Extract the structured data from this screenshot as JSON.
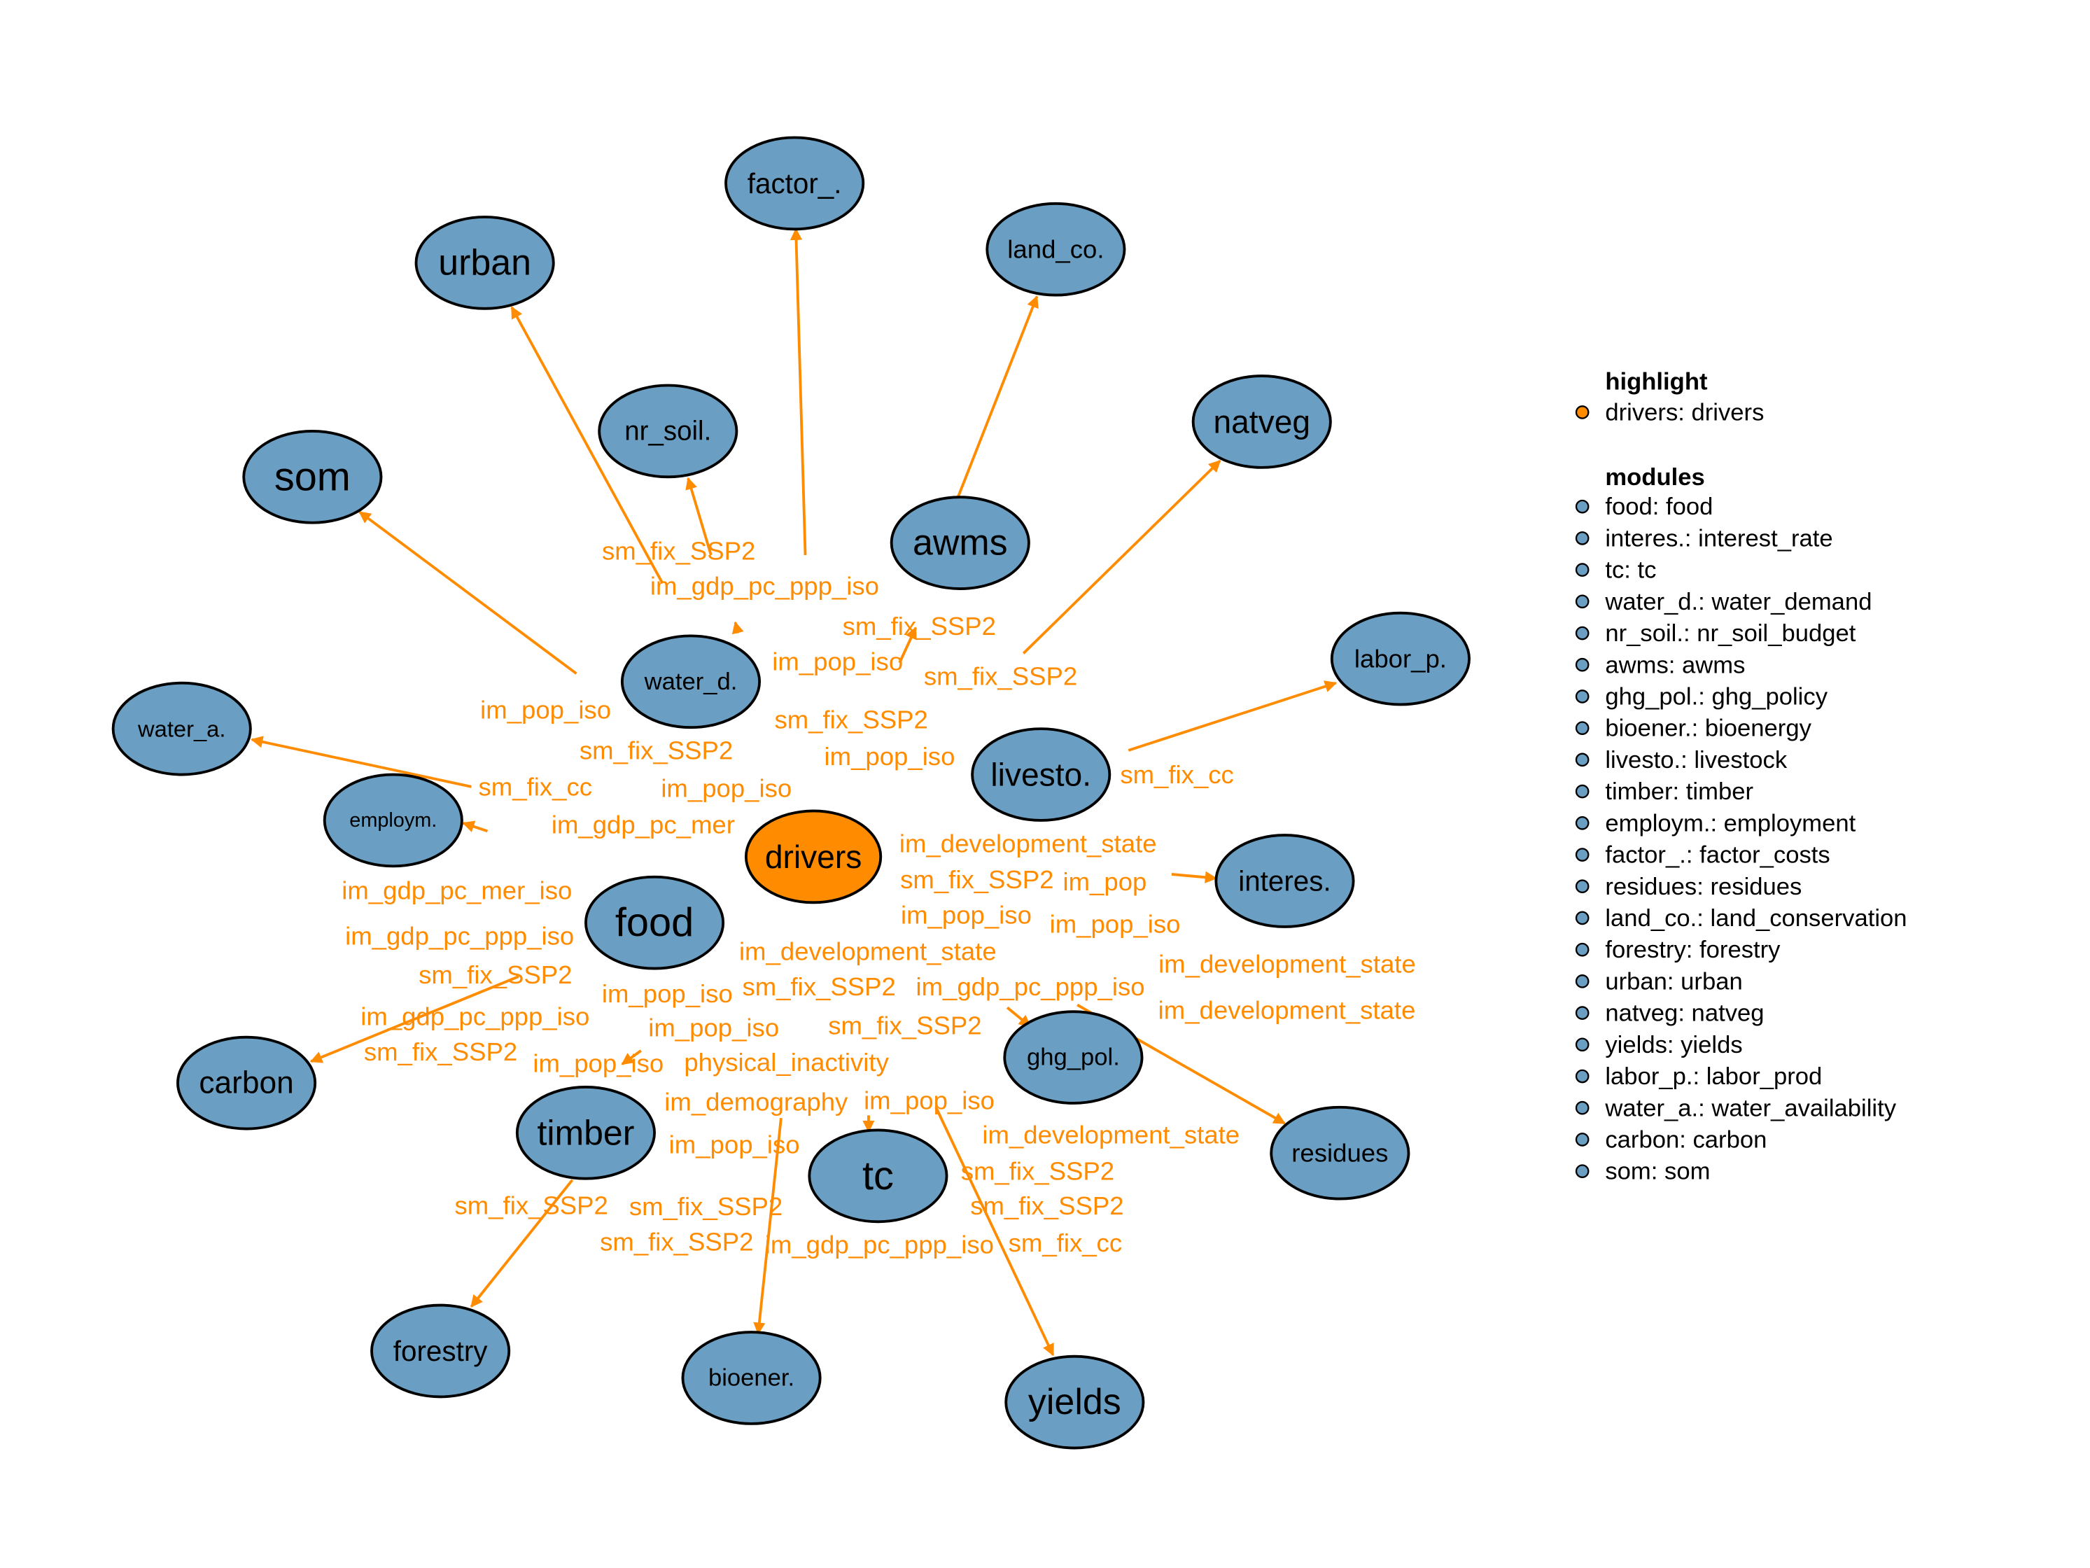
{
  "colors": {
    "module": "#6A9EC2",
    "highlight": "#FF8C00",
    "edge": "#FF8C00",
    "outline": "#000000"
  },
  "nodes": [
    {
      "id": "drivers",
      "label": "drivers",
      "highlight": true
    },
    {
      "id": "factor_",
      "label": "factor_."
    },
    {
      "id": "urban",
      "label": "urban"
    },
    {
      "id": "land_co",
      "label": "land_co."
    },
    {
      "id": "nr_soil",
      "label": "nr_soil."
    },
    {
      "id": "som",
      "label": "som"
    },
    {
      "id": "awms",
      "label": "awms"
    },
    {
      "id": "natveg",
      "label": "natveg"
    },
    {
      "id": "labor_p",
      "label": "labor_p."
    },
    {
      "id": "water_d",
      "label": "water_d."
    },
    {
      "id": "livesto",
      "label": "livesto."
    },
    {
      "id": "water_a",
      "label": "water_a."
    },
    {
      "id": "employm",
      "label": "employm."
    },
    {
      "id": "interes",
      "label": "interes."
    },
    {
      "id": "food",
      "label": "food"
    },
    {
      "id": "carbon",
      "label": "carbon"
    },
    {
      "id": "ghg_pol",
      "label": "ghg_pol."
    },
    {
      "id": "residues",
      "label": "residues"
    },
    {
      "id": "timber",
      "label": "timber"
    },
    {
      "id": "tc",
      "label": "tc"
    },
    {
      "id": "forestry",
      "label": "forestry"
    },
    {
      "id": "bioener",
      "label": "bioener."
    },
    {
      "id": "yields",
      "label": "yields"
    }
  ],
  "edge_labels": [
    "im_gdp_pc_ppp_iso",
    "sm_fix_SSP2",
    "sm_fix_SSP2",
    "im_pop_iso",
    "sm_fix_SSP2",
    "sm_fix_SSP2",
    "sm_fix_SSP2",
    "im_pop_iso",
    "im_pop_iso",
    "im_development_state",
    "im_gdp_pc_mer",
    "sm_fix_SSP2",
    "im_pop_iso",
    "im_development_state",
    "sm_fix_cc",
    "sm_fix_cc",
    "im_pop_iso",
    "sm_fix_SSP2",
    "im_pop",
    "im_gdp_pc_mer_iso",
    "im_pop_iso",
    "im_gdp_pc_ppp_iso",
    "im_pop_iso",
    "im_gdp_pc_ppp_iso",
    "im_pop_iso",
    "sm_fix_SSP2",
    "im_development_state",
    "physical_inactivity",
    "im_pop_iso",
    "im_demography",
    "im_development_state",
    "sm_fix_SSP2",
    "im_pop_iso",
    "im_gdp_pc_ppp_iso",
    "sm_fix_SSP2",
    "sm_fix_SSP2",
    "im_development_state",
    "im_gdp_pc_ppp_iso",
    "sm_fix_SSP2",
    "sm_fix_SSP2",
    "sm_fix_SSP2",
    "im_pop_iso",
    "sm_fix_SSP2",
    "sm_fix_cc"
  ],
  "legend": {
    "highlight_title": "highlight",
    "highlight_items": [
      "drivers: drivers"
    ],
    "modules_title": "modules",
    "modules_items": [
      "food: food",
      "interes.: interest_rate",
      "tc: tc",
      "water_d.: water_demand",
      "nr_soil.: nr_soil_budget",
      "awms: awms",
      "ghg_pol.: ghg_policy",
      "bioener.: bioenergy",
      "livesto.: livestock",
      "timber: timber",
      "employm.: employment",
      "factor_.: factor_costs",
      "residues: residues",
      "land_co.: land_conservation",
      "forestry: forestry",
      "urban: urban",
      "natveg: natveg",
      "yields: yields",
      "labor_p.: labor_prod",
      "water_a.: water_availability",
      "carbon: carbon",
      "som: som"
    ]
  }
}
